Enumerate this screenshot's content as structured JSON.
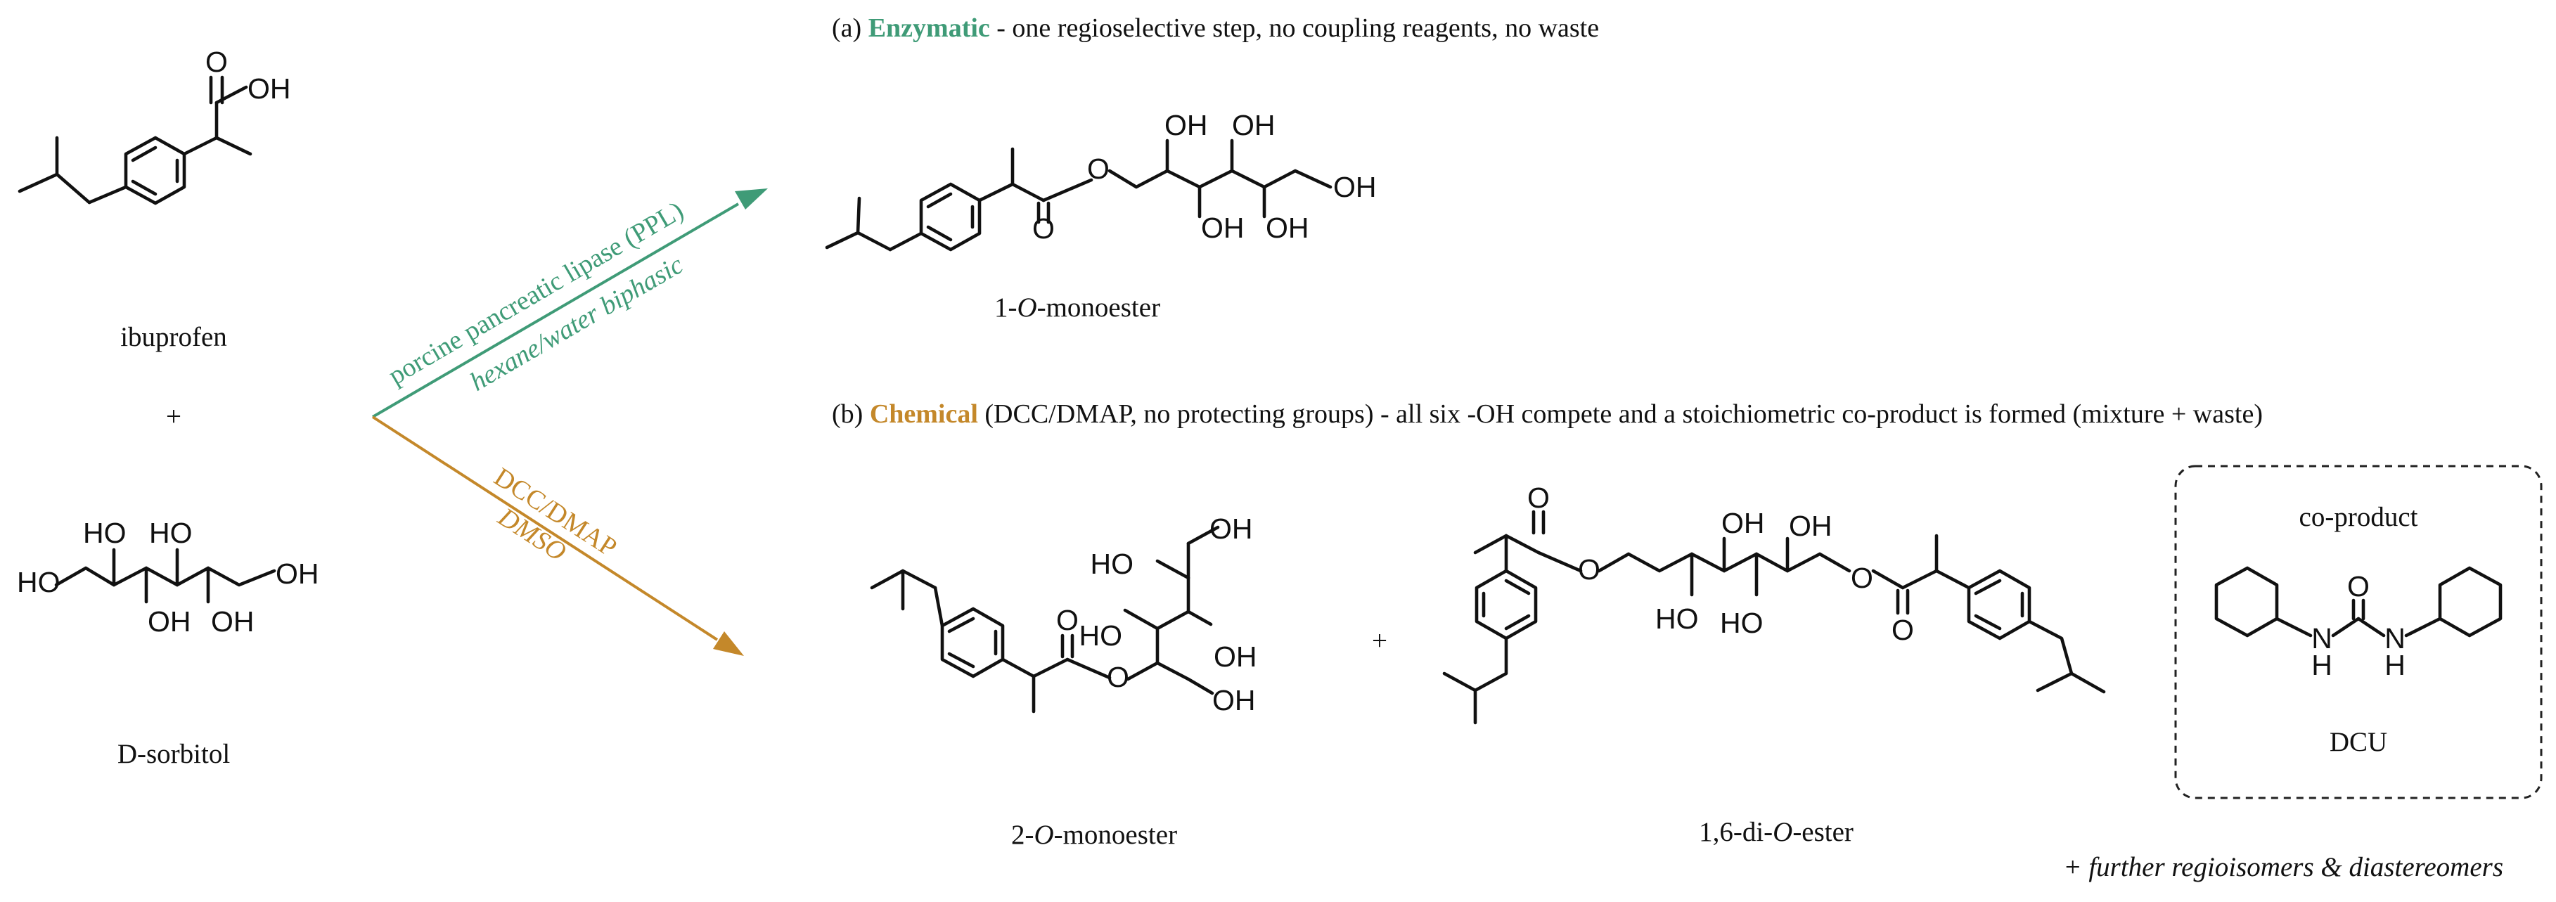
{
  "colors": {
    "enzymatic": "#3f9b77",
    "chemical": "#c4882a",
    "ink": "#111111"
  },
  "header_a": {
    "prefix": "(a) ",
    "highlight": "Enzymatic",
    "rest": " - one regioselective step, no coupling reagents, no waste"
  },
  "header_b": {
    "prefix": "(b) ",
    "highlight": "Chemical",
    "rest": " (DCC/DMAP, no protecting groups) - all six -OH compete and a stoichiometric co-product is formed (mixture + waste)"
  },
  "reactants": {
    "ibuprofen": "ibuprofen",
    "plus": "+",
    "sorbitol": "D-sorbitol"
  },
  "conditions": {
    "enzymatic_line1": "porcine pancreatic lipase (PPL)",
    "enzymatic_line2": "hexane/water biphasic",
    "chemical_line1": "DCC/DMAP",
    "chemical_line2": "DMSO"
  },
  "products": {
    "mono1_pre": "1-",
    "mono1_it": "O",
    "mono1_post": "-monoester",
    "mono2_pre": "2-",
    "mono2_it": "O",
    "mono2_post": "-monoester",
    "plus": "+",
    "diester_pre": "1,6-di-",
    "diester_it": "O",
    "diester_post": "-ester"
  },
  "coproduct": {
    "title": "co-product",
    "name": "DCU"
  },
  "footnote": "+ further regioisomers & diastereomers",
  "atoms": {
    "o": "O",
    "oh": "OH",
    "ho": "HO",
    "h": "H",
    "n": "N"
  }
}
